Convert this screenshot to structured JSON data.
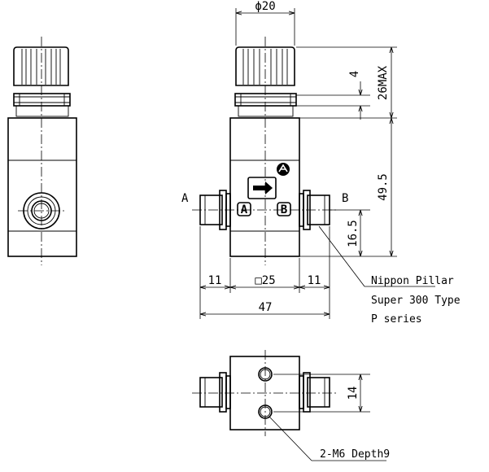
{
  "dimensions": {
    "diameter": "ϕ20",
    "knob_height": "4",
    "total_top": "26MAX",
    "body_height": "49.5",
    "port_height": "16.5",
    "port_left": "11",
    "body_square": "□25",
    "port_right": "11",
    "overall_width": "47",
    "hole_pitch": "14"
  },
  "labels": {
    "port_a": "A",
    "port_b": "B",
    "port_a_badge": "A",
    "port_b_badge": "B",
    "fitting_line1": "Nippon Pillar",
    "fitting_line2": "Super 300 Type",
    "fitting_line3": "P series",
    "hole_note": "2-M6 Depth9"
  }
}
